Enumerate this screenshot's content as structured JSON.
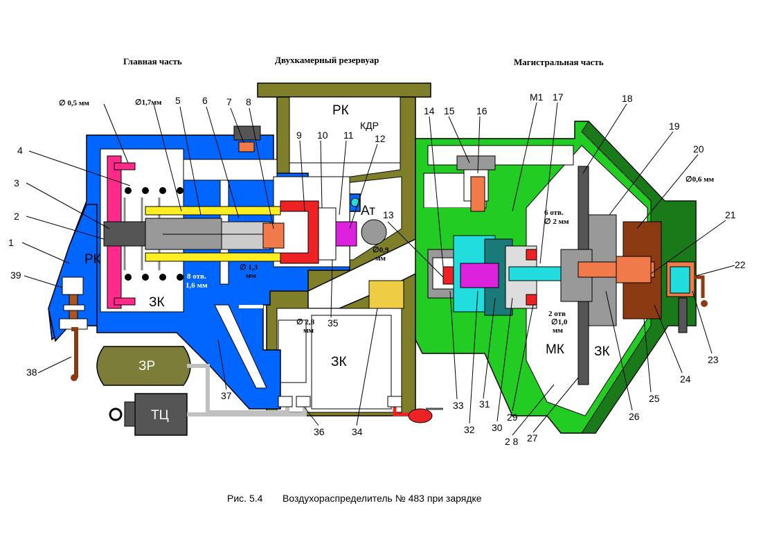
{
  "headers": {
    "main_part": "Главная часть",
    "reservoir": "Двухкамерный резервуар",
    "main_line_part": "Магистральная часть"
  },
  "zones": {
    "rk_left": "РК",
    "zk_left": "ЗК",
    "rk_top": "РК",
    "kdr": "КДР",
    "at": "Ат",
    "zk_bottom": "ЗК",
    "mk": "МК",
    "zk_right": "ЗК",
    "m1": "М1",
    "zr": "ЗР",
    "tc": "ТЦ"
  },
  "dims": {
    "d05": "∅ 0,5 мм",
    "d17": "∅1,7мм",
    "holes8_a": "8 отв.",
    "holes8_b": "1,6 мм",
    "d13_a": "∅ 1,3",
    "d13_b": "мм",
    "d28_a": "∅ 2,8",
    "d28_b": "мм",
    "d09_a": "∅0,9",
    "d09_b": "мм",
    "holes6_a": "6 отв.",
    "holes6_b": "∅ 2 мм",
    "holes2_a": "2 отв",
    "holes2_b": "∅1,0",
    "holes2_c": "мм",
    "d06": "∅0,6 мм"
  },
  "labels": [
    "1",
    "2",
    "3",
    "4",
    "5",
    "6",
    "7",
    "8",
    "9",
    "10",
    "11",
    "12",
    "13",
    "14",
    "15",
    "16",
    "17",
    "18",
    "19",
    "20",
    "21",
    "22",
    "23",
    "24",
    "25",
    "26",
    "27",
    "2 8",
    "29",
    "30",
    "31",
    "32",
    "33",
    "34",
    "35",
    "36",
    "37",
    "38",
    "39"
  ],
  "caption": {
    "fig": "Рис. 5.4",
    "title": "Воздухораспределитель № 483   при зарядке"
  },
  "colors": {
    "main_body": "#0066ff",
    "reservoir": "#7f7f2a",
    "main_line": "#22cc22",
    "main_line_dark": "#1a7a1a",
    "red_part": "#ee2222",
    "pink_part": "#ff2a8a",
    "yellow_part": "#ffee22",
    "orange_part": "#f07a4a",
    "magenta_part": "#dd22dd",
    "cyan_part": "#22dddd",
    "brown_part": "#8b3a12",
    "grey_part": "#999999",
    "zr_tank": "#7d7d3a"
  }
}
